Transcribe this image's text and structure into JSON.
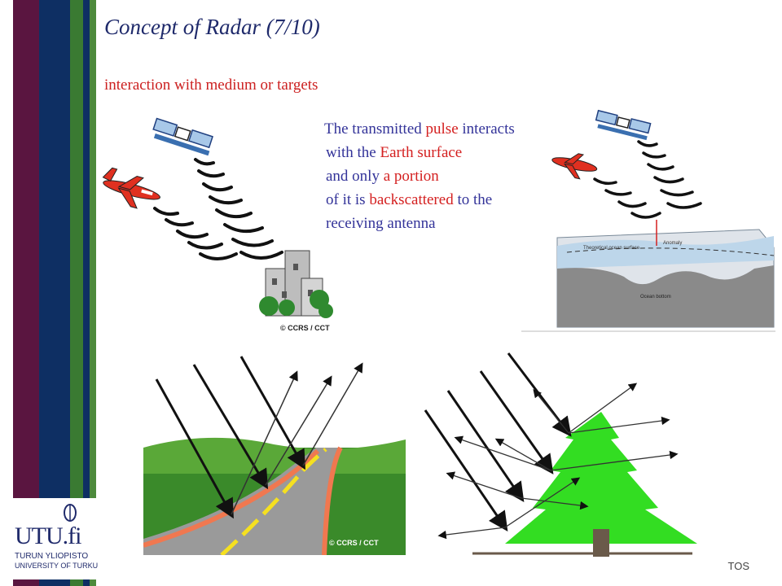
{
  "slide": {
    "title": "Concept of Radar (7/10)",
    "subtitle": "interaction with medium or targets",
    "paragraph": {
      "line1_a": "The transmitted ",
      "line1_hl": "pulse",
      "line1_b": " interacts",
      "line2_a": "with the ",
      "line2_hl": "Earth surface",
      "line3_a": "and only ",
      "line3_hl": "a portion",
      "line4_a": "of it is ",
      "line4_hl": "backscattered",
      "line4_b": " to the",
      "line5": "receiving antenna"
    },
    "footer_label": "TOS"
  },
  "logo": {
    "name": "UTU.fi",
    "line1": "TURUN YLIOPISTO",
    "line2": "UNIVERSITY OF TURKU"
  },
  "images": {
    "credit_top": "© CCRS / CCT",
    "credit_bottom": "© CCRS / CCT",
    "ocean_label_surface": "Theoretical ocean surface",
    "ocean_label_anomaly": "Anomaly",
    "ocean_label_bottom": "Ocean bottom"
  },
  "colors": {
    "title": "#1f2a6b",
    "text": "#333399",
    "highlight": "#d42020",
    "stripe_maroon": "#5a1540",
    "stripe_navy": "#0e2f63",
    "stripe_green": "#3a7a32"
  }
}
